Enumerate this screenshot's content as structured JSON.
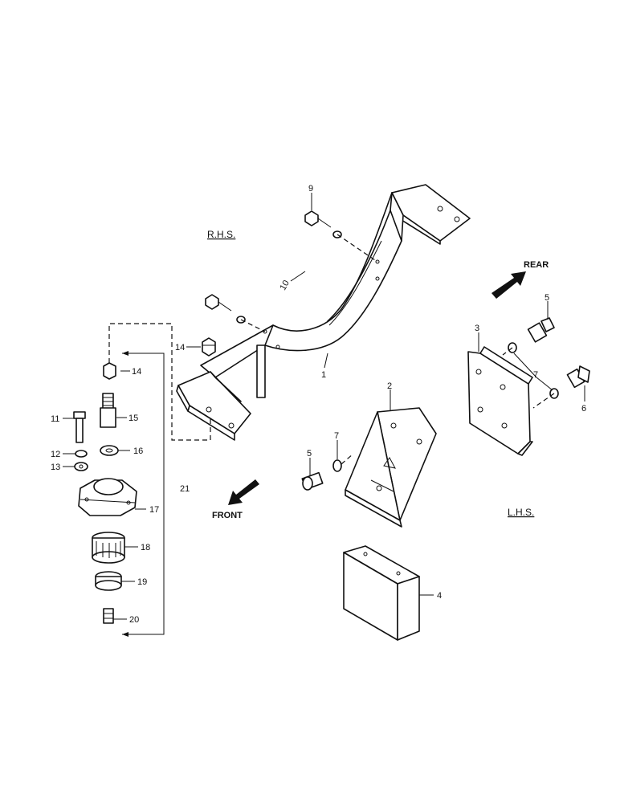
{
  "diagram": {
    "orientation_labels": {
      "rhs": "R.H.S.",
      "lhs": "L.H.S.",
      "rear": "REAR",
      "front": "FRONT"
    },
    "callouts": {
      "c1": "1",
      "c2": "2",
      "c3": "3",
      "c4": "4",
      "c5a": "5",
      "c5b": "5",
      "c6": "6",
      "c7a": "7",
      "c7b": "7",
      "c9": "9",
      "c10": "10",
      "c11": "11",
      "c12": "12",
      "c13": "13",
      "c14a": "14",
      "c14b": "14",
      "c15": "15",
      "c16": "16",
      "c17": "17",
      "c18": "18",
      "c19": "19",
      "c20": "20",
      "c21": "21"
    }
  }
}
